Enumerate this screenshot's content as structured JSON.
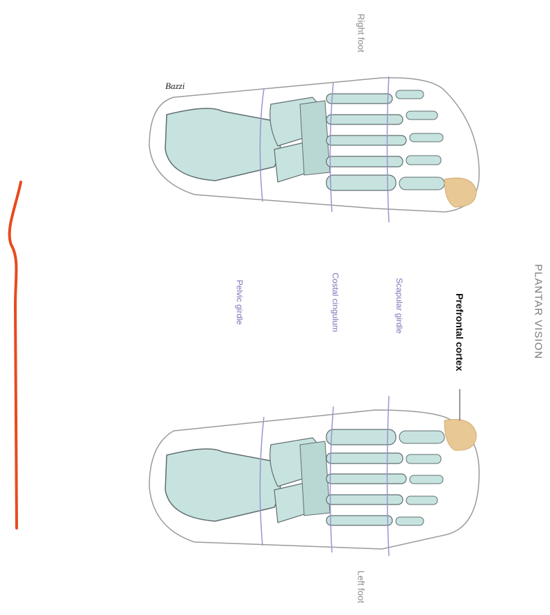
{
  "title": "PLANTAR VISION",
  "labels": {
    "right_foot": "Right foot",
    "left_foot": "Left foot",
    "prefrontal": "Prefrontal cortex",
    "scapular": "Scapular girdle",
    "costal": "Costal cingulum",
    "pelvic": "Pelvic girdle"
  },
  "signature": "Bazzi",
  "colors": {
    "bone": "#c7e3df",
    "bone_stroke": "#5f6d70",
    "highlight": "#e8c894",
    "girdle_line": "#9a94cf",
    "outline": "#9a9a9a",
    "stroke_red": "#e84a1e"
  }
}
